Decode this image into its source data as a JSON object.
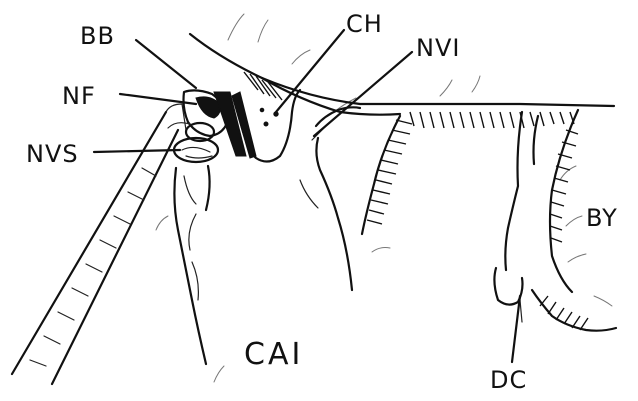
{
  "labels": {
    "bb": "BB",
    "ch": "CH",
    "nf": "NF",
    "nvi": "NVI",
    "nvs": "NVS",
    "by": "BY",
    "cai": "CAI",
    "dc": "DC"
  }
}
